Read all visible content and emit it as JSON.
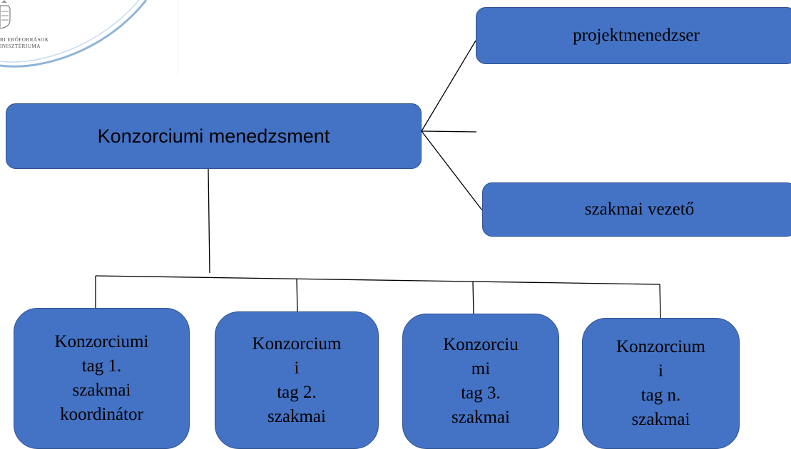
{
  "logo": {
    "line1": "RI ERŐFORRÁSOK",
    "line2": "INISZTÉRIUMA"
  },
  "diagram": {
    "root": "Konzorciumi menedzsment",
    "top_right": "projektmenedzser",
    "bottom_right": "szakmai vezető",
    "members": [
      "Konzorciumi\ntag 1.\nszakmai\nkoordinátor",
      "Konzorcium\ni\ntag 2.\nszakmai",
      "Konzorciu\nmi\ntag 3.\nszakmai",
      "Konzorcium\ni\ntag n.\nszakmai"
    ]
  },
  "colors": {
    "box_fill": "#4472c4",
    "box_border": "#2f528f",
    "line": "#000000",
    "logo_arc": "#8fb4d9"
  }
}
